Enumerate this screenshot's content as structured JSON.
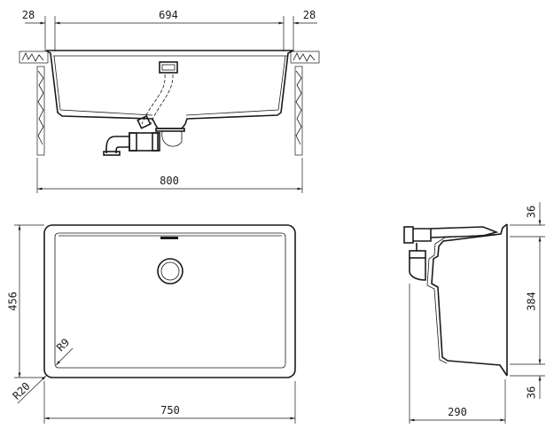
{
  "front_view": {
    "dim_left_rim": "28",
    "dim_inner_width": "694",
    "dim_right_rim": "28",
    "dim_overall_width": "800"
  },
  "plan_view": {
    "dim_depth": "456",
    "dim_width": "750",
    "inner_radius": "R9",
    "outer_radius": "R20"
  },
  "side_view": {
    "dim_top_rim": "36",
    "dim_bowl_depth": "384",
    "dim_bottom_rim": "36",
    "dim_height": "290"
  },
  "colors": {
    "line": "#1a1a1a",
    "background": "#ffffff"
  }
}
